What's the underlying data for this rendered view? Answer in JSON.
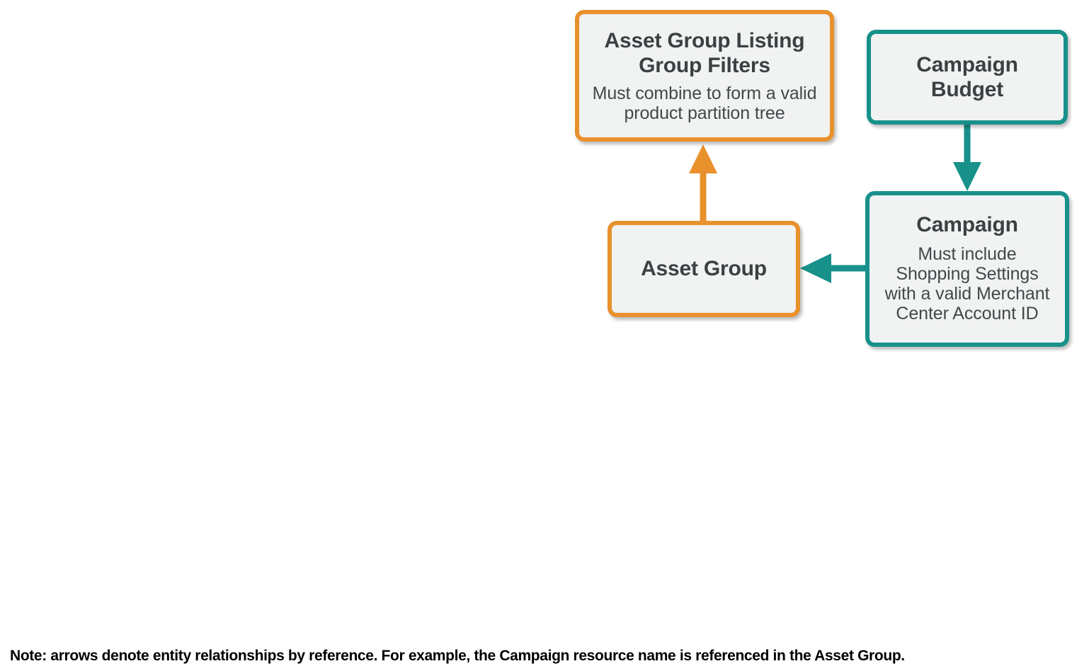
{
  "diagram": {
    "type": "entity-relationship",
    "background": "#ffffff",
    "palette": {
      "orange": "#e8912d",
      "teal": "#17918a",
      "node_fill": "#f1f2f2",
      "title_text": "#3c4043",
      "body_text": "#44484b",
      "note_text": "#000000"
    },
    "nodes": [
      {
        "id": "asset-group-listing-group-filters",
        "title": "Asset Group Listing\nGroup Filters",
        "subtitle": "Must combine to form a valid\nproduct partition tree",
        "color": "orange"
      },
      {
        "id": "campaign-budget",
        "title": "Campaign\nBudget",
        "subtitle": "",
        "color": "teal"
      },
      {
        "id": "asset-group",
        "title": "Asset Group",
        "subtitle": "",
        "color": "orange"
      },
      {
        "id": "campaign",
        "title": "Campaign",
        "subtitle": "Must include\nShopping Settings\nwith a valid Merchant\nCenter Account ID",
        "color": "teal"
      }
    ],
    "edges": [
      {
        "id": "asset-group-to-listing-group-filters",
        "from": "asset-group",
        "to": "asset-group-listing-group-filters",
        "color": "orange",
        "direction": "up"
      },
      {
        "id": "campaign-budget-to-campaign",
        "from": "campaign-budget",
        "to": "campaign",
        "color": "teal",
        "direction": "down"
      },
      {
        "id": "campaign-to-asset-group",
        "from": "campaign",
        "to": "asset-group",
        "color": "teal",
        "direction": "left"
      }
    ],
    "note": "Note: arrows denote entity relationships by reference. For example, the Campaign resource name is referenced in the Asset Group."
  }
}
